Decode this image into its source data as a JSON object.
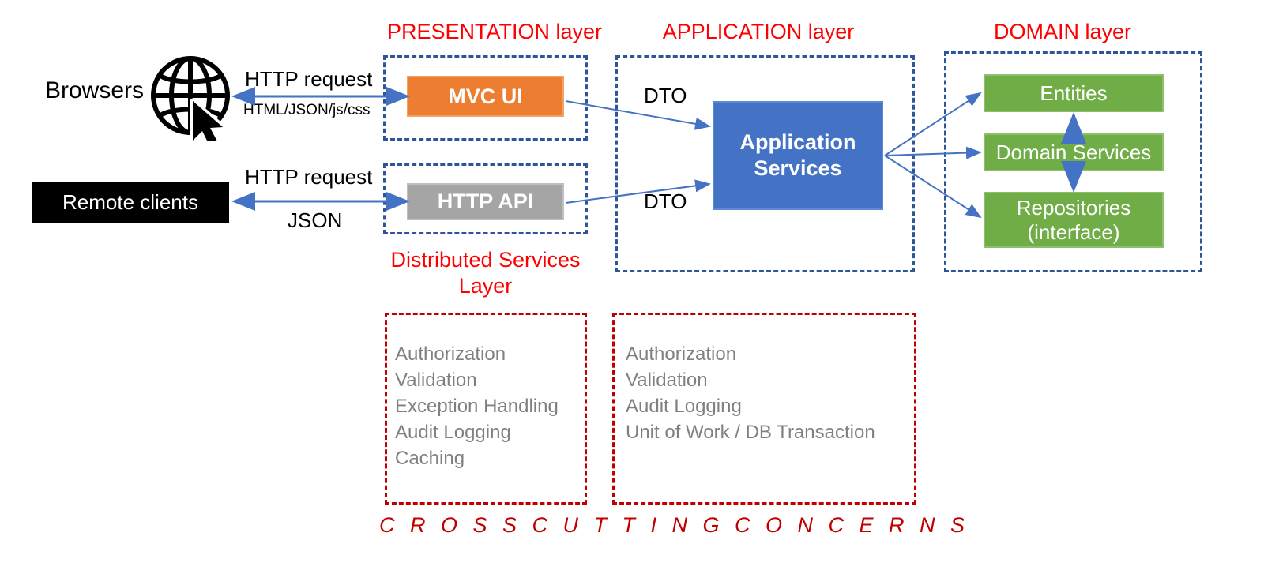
{
  "diagram": {
    "title": "Layered application architecture",
    "colors": {
      "layer_caption": "#FF0000",
      "cross_cutting_caption": "#C00000",
      "presentation_box": "#ED7D31",
      "api_box": "#A5A5A5",
      "application_box": "#4472C4",
      "domain_box": "#70AD47",
      "client_box": "#000000",
      "dashed_blue": "#2E5597",
      "dashed_red": "#C00000",
      "arrow": "#4472C4",
      "concern_text": "#808080"
    }
  },
  "layer_titles": {
    "presentation": "PRESENTATION layer",
    "application": "APPLICATION layer",
    "domain": "DOMAIN layer",
    "distributed_services": "Distributed Services Layer"
  },
  "clients": {
    "browsers_label": "Browsers",
    "globe_icon": "globe-cursor-icon",
    "remote_clients_label": "Remote clients"
  },
  "connections": {
    "browser_request": "HTTP request",
    "browser_response": "HTML/JSON/js/css",
    "remote_request": "HTTP request",
    "remote_response": "JSON",
    "dto_top": "DTO",
    "dto_bottom": "DTO"
  },
  "presentation": {
    "mvc_ui": "MVC UI",
    "http_api": "HTTP API"
  },
  "application": {
    "services": "Application\nServices",
    "services_line1": "Application",
    "services_line2": "Services"
  },
  "domain": {
    "entities": "Entities",
    "domain_services": "Domain Services",
    "repositories_line1": "Repositories",
    "repositories_line2": "(interface)"
  },
  "cross_cutting": {
    "caption": "C R O S S   C U T T I N G   C O N C E R N S",
    "distributed_services_concerns": [
      "Authorization",
      "Validation",
      "Exception Handling",
      "Audit Logging",
      "Caching"
    ],
    "application_concerns": [
      "Authorization",
      "Validation",
      "Audit Logging",
      "Unit of Work / DB Transaction"
    ]
  }
}
